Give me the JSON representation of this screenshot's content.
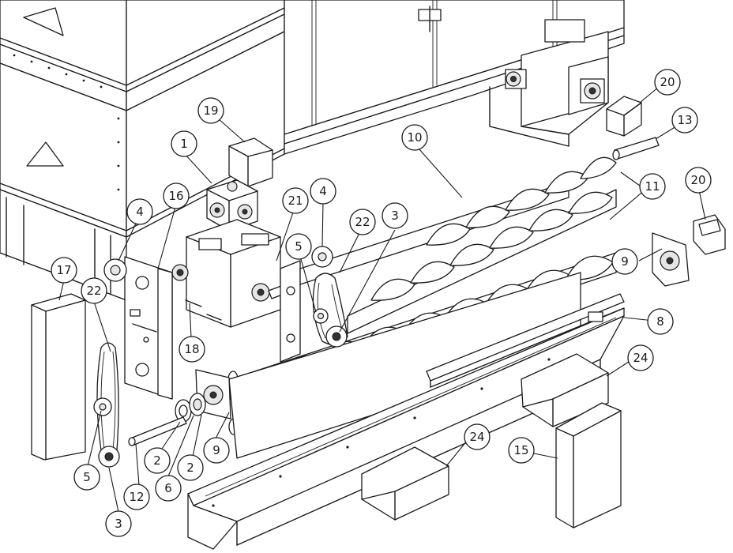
{
  "callouts": [
    {
      "id": "c1",
      "label": "1"
    },
    {
      "id": "c2a",
      "label": "2"
    },
    {
      "id": "c2b",
      "label": "2"
    },
    {
      "id": "c3a",
      "label": "3"
    },
    {
      "id": "c3b",
      "label": "3"
    },
    {
      "id": "c4a",
      "label": "4"
    },
    {
      "id": "c4b",
      "label": "4"
    },
    {
      "id": "c5a",
      "label": "5"
    },
    {
      "id": "c5b",
      "label": "5"
    },
    {
      "id": "c6",
      "label": "6"
    },
    {
      "id": "c8",
      "label": "8"
    },
    {
      "id": "c9a",
      "label": "9"
    },
    {
      "id": "c9b",
      "label": "9"
    },
    {
      "id": "c10",
      "label": "10"
    },
    {
      "id": "c11",
      "label": "11"
    },
    {
      "id": "c12",
      "label": "12"
    },
    {
      "id": "c13",
      "label": "13"
    },
    {
      "id": "c15",
      "label": "15"
    },
    {
      "id": "c16",
      "label": "16"
    },
    {
      "id": "c17",
      "label": "17"
    },
    {
      "id": "c18",
      "label": "18"
    },
    {
      "id": "c19",
      "label": "19"
    },
    {
      "id": "c20a",
      "label": "20"
    },
    {
      "id": "c20b",
      "label": "20"
    },
    {
      "id": "c21",
      "label": "21"
    },
    {
      "id": "c22a",
      "label": "22"
    },
    {
      "id": "c22b",
      "label": "22"
    },
    {
      "id": "c24a",
      "label": "24"
    },
    {
      "id": "c24b",
      "label": "24"
    }
  ]
}
